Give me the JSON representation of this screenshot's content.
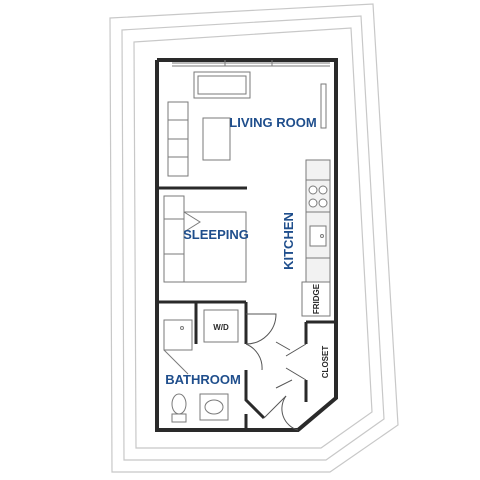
{
  "rooms": {
    "living_room": "LIVING ROOM",
    "sleeping": "SLEEPING",
    "kitchen": "KITCHEN",
    "bathroom": "BATHROOM"
  },
  "fixtures": {
    "washer_dryer": "W/D",
    "fridge": "FRIDGE",
    "closet": "CLOSET"
  },
  "colors": {
    "room_label": "#1f4e8c",
    "walls": "#2a2a2a",
    "site_outline": "#c8c8c8"
  }
}
